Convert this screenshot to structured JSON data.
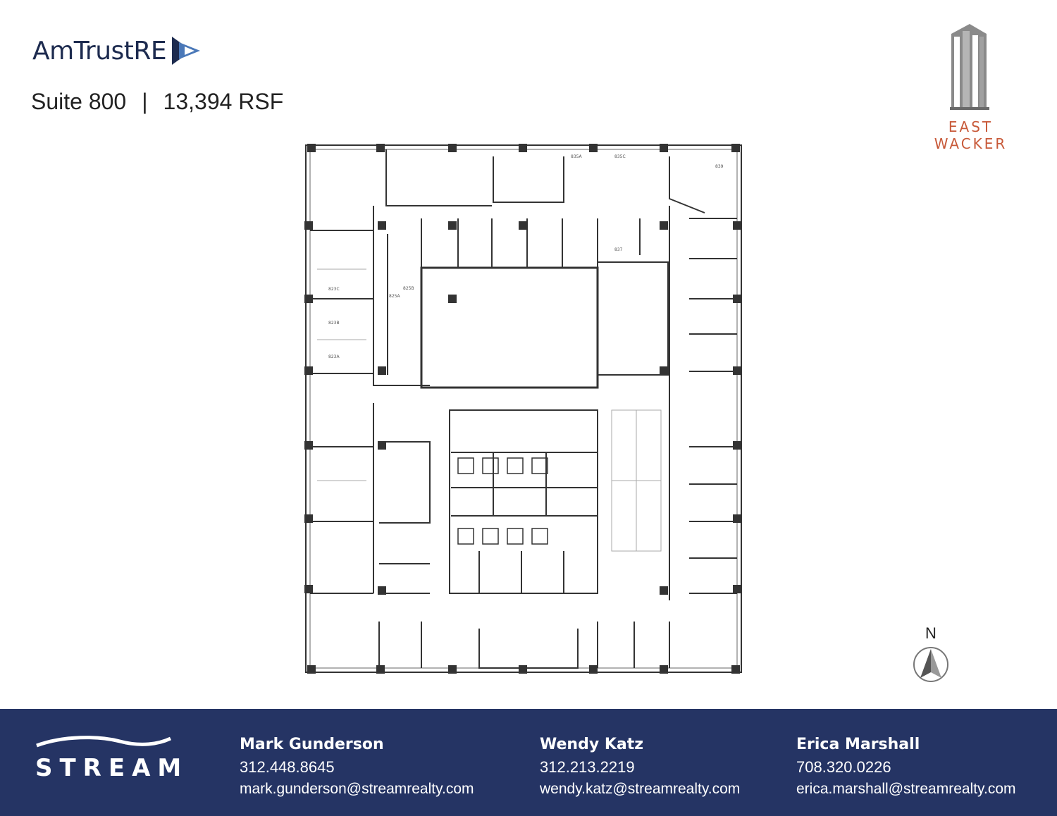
{
  "header": {
    "logo_text": "AmTrustRE",
    "suite_label": "Suite 800",
    "separator": "|",
    "area": "13,394 RSF",
    "building_name": "EAST WACKER",
    "building_icon": "tower-icon"
  },
  "floorplan": {
    "room_labels": [
      "835A",
      "835C",
      "839",
      "837",
      "823C",
      "825B",
      "825A",
      "823B",
      "823A"
    ]
  },
  "compass": {
    "label": "N",
    "icon": "north-arrow-icon"
  },
  "footer": {
    "brand": "STREAM",
    "contacts": [
      {
        "name": "Mark Gunderson",
        "phone": "312.448.8645",
        "email": "mark.gunderson@streamrealty.com"
      },
      {
        "name": "Wendy Katz",
        "phone": "312.213.2219",
        "email": "wendy.katz@streamrealty.com"
      },
      {
        "name": "Erica Marshall",
        "phone": "708.320.0226",
        "email": "erica.marshall@streamrealty.com"
      }
    ]
  },
  "colors": {
    "navy": "#253464",
    "accent": "#c85a3a",
    "logo_blue": "#1d2b4f"
  }
}
